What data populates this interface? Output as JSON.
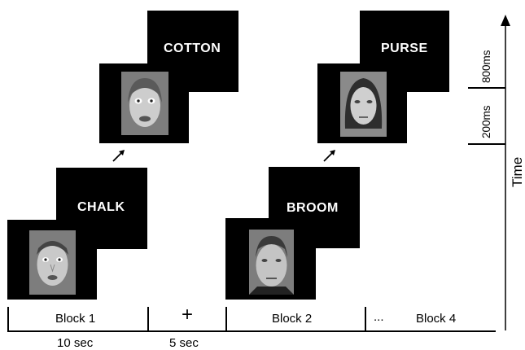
{
  "words": [
    "CHALK",
    "COTTON",
    "BROOM",
    "PURSE"
  ],
  "timeline": {
    "blocks": [
      "Block 1",
      "+",
      "Block 2",
      "...",
      "Block 4"
    ],
    "durations": [
      "10 sec",
      "5 sec"
    ]
  },
  "time_axis": {
    "label": "Time",
    "segments": [
      "200ms",
      "800ms"
    ]
  },
  "colors": {
    "panel": "#000000",
    "text": "#ffffff",
    "face_bg": "#7d7d7d"
  },
  "icons": [
    "arrow-up-right-icon",
    "time-arrow-icon"
  ]
}
